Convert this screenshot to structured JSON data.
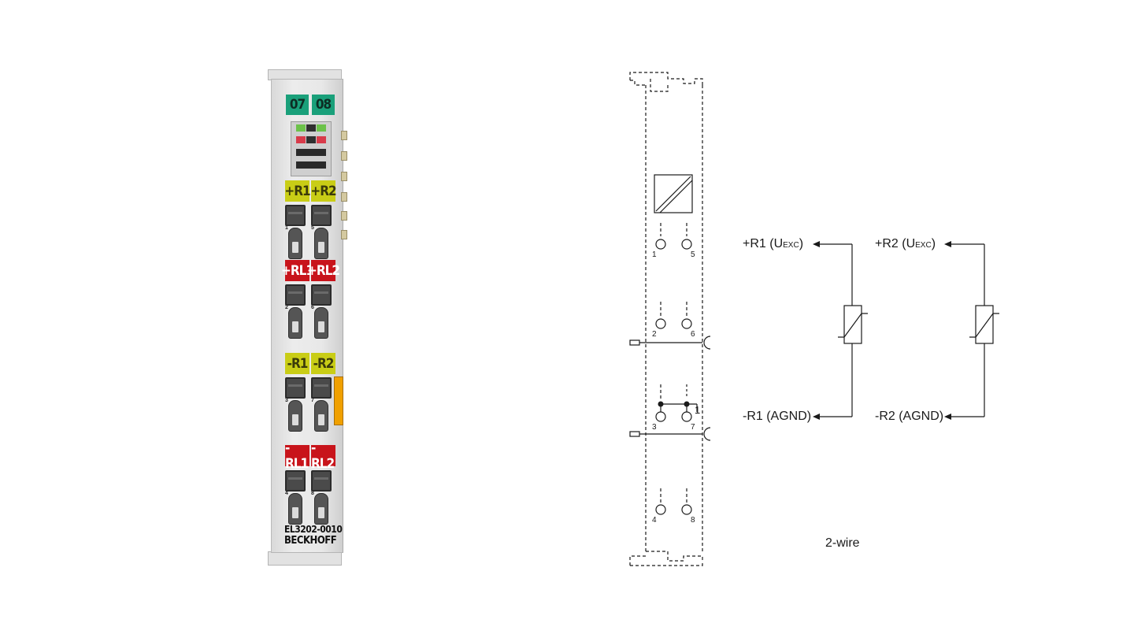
{
  "module": {
    "model": "EL3202-0010",
    "brand": "BECKHOFF",
    "channel_tiles": [
      "07",
      "08"
    ],
    "row_labels": [
      {
        "left": "+R1",
        "right": "+R2",
        "color": "yellow"
      },
      {
        "left": "+RL1",
        "right": "+RL2",
        "color": "red"
      },
      {
        "left": "-R1",
        "right": "-R2",
        "color": "yellow"
      },
      {
        "left": "-RL1",
        "right": "-RL2",
        "color": "red"
      }
    ],
    "terminal_numbers": [
      "1",
      "5",
      "2",
      "6",
      "3",
      "7",
      "4",
      "8"
    ],
    "colors": {
      "green_tile": "#1aa07a",
      "yellow_tile": "#c9cd16",
      "red_tile": "#c8141b",
      "led_green": "#6cc24a",
      "led_red": "#d83b4a",
      "shield_orange": "#f0a000"
    }
  },
  "schematic": {
    "converter_symbol": "diagonal-converter-icon",
    "pin_labels": [
      "1",
      "5",
      "2",
      "6",
      "3",
      "7",
      "4",
      "8"
    ],
    "channel1": {
      "plus_label": "+R1 (U",
      "plus_sub": "EXC",
      "plus_end": ")",
      "minus_label": "-R1 (AGND)"
    },
    "channel2": {
      "plus_label": "+R2 (U",
      "plus_sub": "EXC",
      "plus_end": ")",
      "minus_label": "-R2 (AGND)"
    },
    "caption": "2-wire",
    "bridge_mark": "1"
  }
}
